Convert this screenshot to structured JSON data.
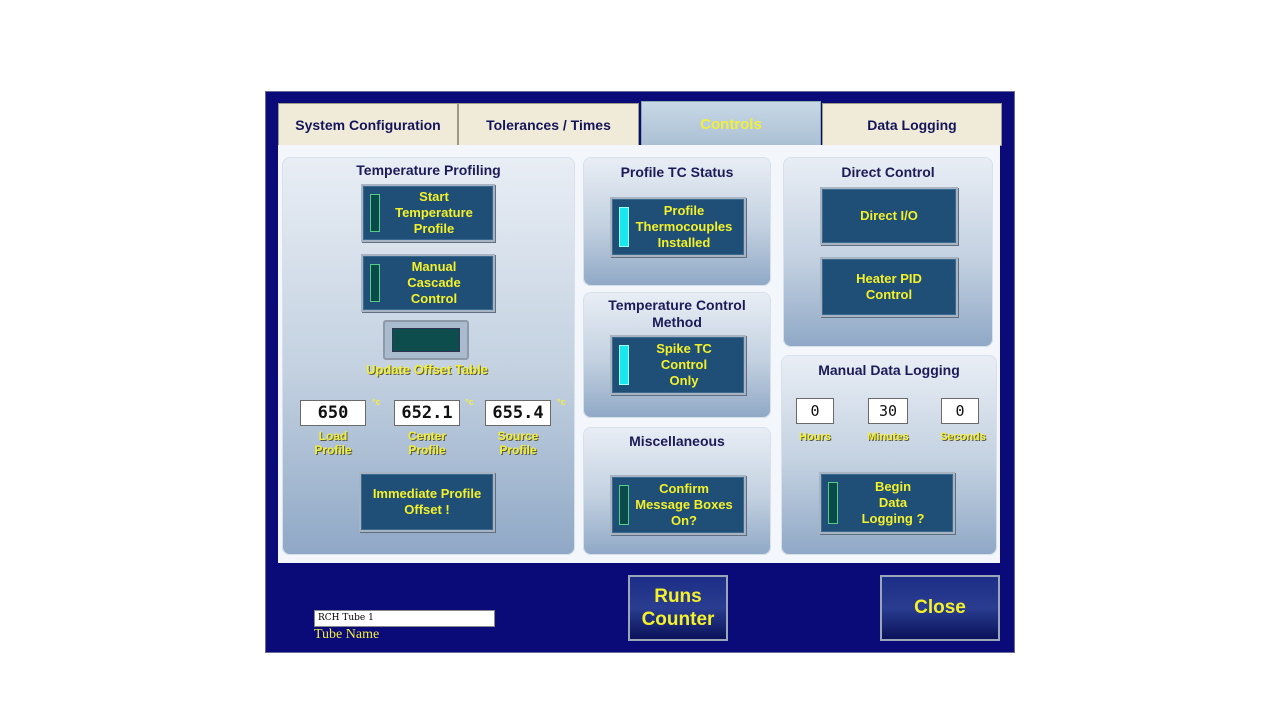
{
  "tabs": [
    "System  Configuration",
    "Tolerances / Times",
    "Controls",
    "Data Logging"
  ],
  "temp_profiling": {
    "title": "Temperature Profiling",
    "start_btn": "Start\nTemperature\nProfile",
    "cascade_btn": "Manual\nCascade\nControl",
    "update_label": "Update Offset Table",
    "load_value": "650",
    "center_value": "652.1",
    "source_value": "655.4",
    "unit": "°c",
    "load_label": "Load\nProfile",
    "center_label": "Center\nProfile",
    "source_label": "Source\nProfile",
    "offset_btn": "Immediate Profile\nOffset !"
  },
  "profile_tc": {
    "title": "Profile TC Status",
    "btn": "Profile\nThermocouples\nInstalled"
  },
  "temp_control": {
    "title": "Temperature Control\nMethod",
    "btn": "Spike TC\nControl\nOnly"
  },
  "misc": {
    "title": "Miscellaneous",
    "btn": "Confirm\nMessage Boxes\nOn?"
  },
  "direct_control": {
    "title": "Direct Control",
    "io_btn": "Direct I/O",
    "pid_btn": "Heater PID\nControl"
  },
  "manual_logging": {
    "title": "Manual Data Logging",
    "hours": "0",
    "minutes": "30",
    "seconds": "0",
    "hours_label": "Hours",
    "minutes_label": "Minutes",
    "seconds_label": "Seconds",
    "begin_btn": "Begin\nData\nLogging ?"
  },
  "footer": {
    "tube_name_value": "RCH Tube 1",
    "tube_name_label": "Tube Name",
    "runs_btn": "Runs\nCounter",
    "close_btn": "Close"
  },
  "colors": {
    "frame": "#0a0a78",
    "button": "#1f4f76",
    "label_yellow": "#f2ef3a",
    "led_on": "#19e6ee"
  }
}
